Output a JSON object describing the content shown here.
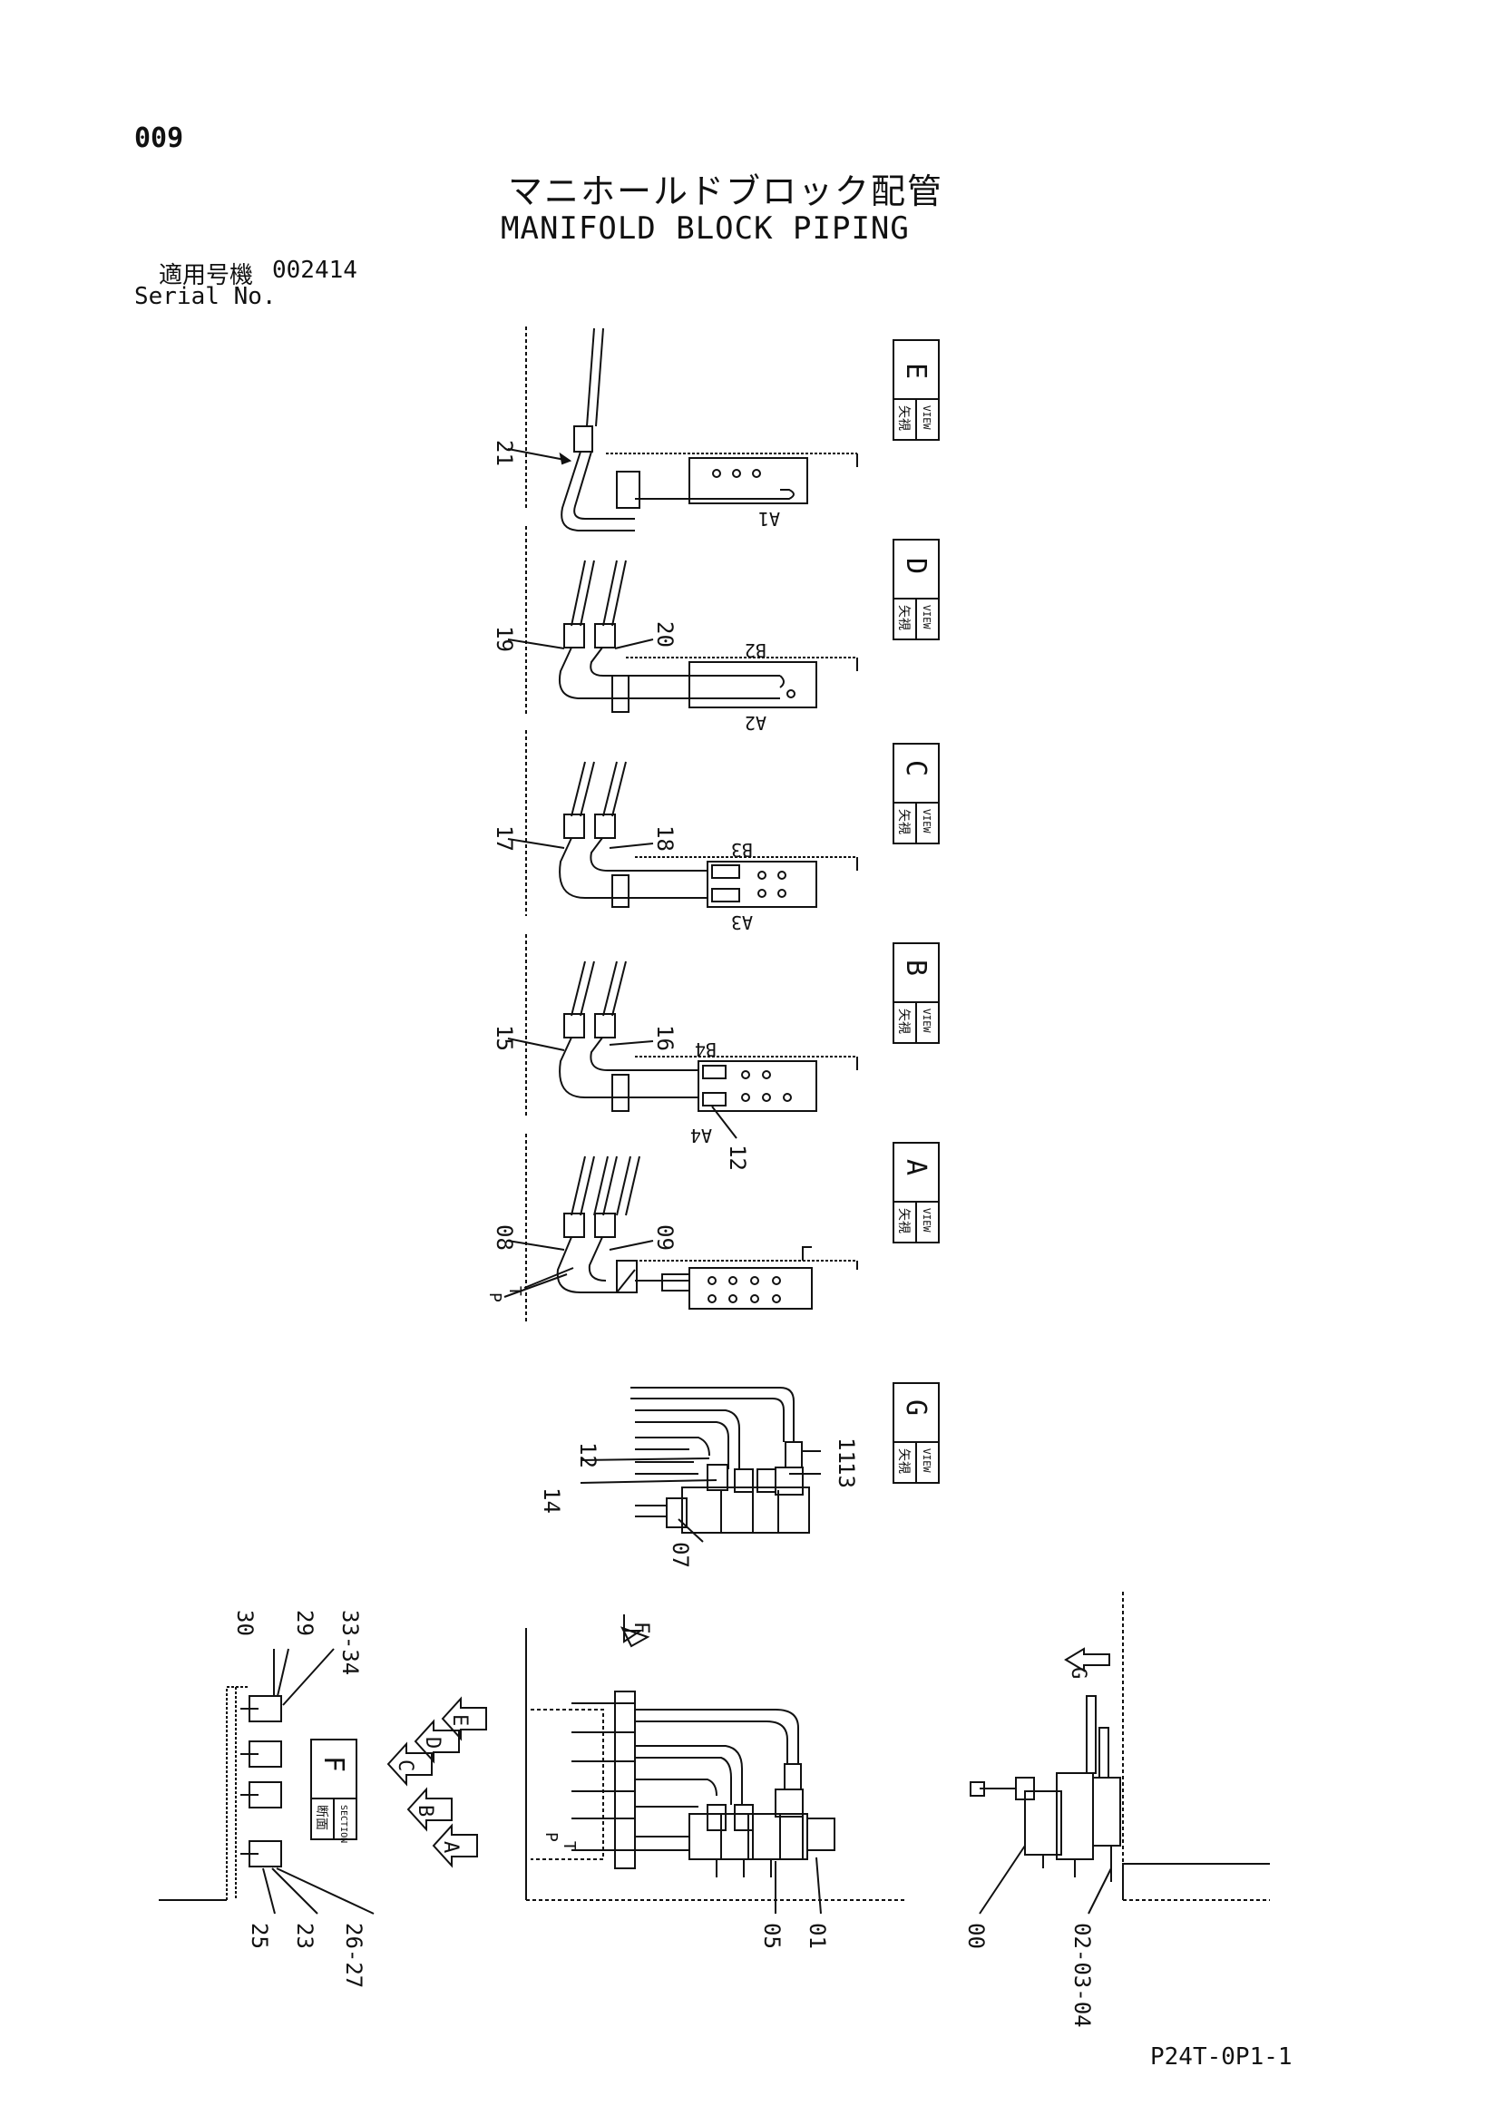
{
  "header": {
    "page_number": "009",
    "title_jp": "マニホールドブロック配管",
    "title_en": "MANIFOLD BLOCK PIPING",
    "serial_label_jp": "適用号機",
    "serial_label_en": "Serial No.",
    "serial_value": "002414"
  },
  "footer": {
    "drawing_code": "P24T-0P1-1"
  },
  "views": {
    "jp_label": "矢視",
    "en_label": "VIEW",
    "section_jp": "断面",
    "section_en": "SECTION",
    "E": {
      "letter": "E",
      "callouts": [
        "21"
      ],
      "ports": [
        "A1"
      ]
    },
    "D": {
      "letter": "D",
      "callouts": [
        "19",
        "20"
      ],
      "ports": [
        "B2",
        "A2"
      ]
    },
    "C": {
      "letter": "C",
      "callouts": [
        "17",
        "18"
      ],
      "ports": [
        "B3",
        "A3"
      ]
    },
    "B": {
      "letter": "B",
      "callouts": [
        "15",
        "16",
        "12"
      ],
      "ports": [
        "B4",
        "A4"
      ]
    },
    "A": {
      "letter": "A",
      "callouts": [
        "08",
        "09"
      ],
      "ports": [
        "P",
        "T"
      ]
    },
    "G": {
      "letter": "G",
      "callouts": [
        "11",
        "12",
        "13",
        "14",
        "07"
      ]
    },
    "F": {
      "letter": "F",
      "callouts": [
        "30",
        "29",
        "33-34",
        "25",
        "23",
        "26-27"
      ]
    }
  },
  "main_view": {
    "callouts": [
      "05",
      "01"
    ],
    "ports": [
      "P",
      "T"
    ],
    "arrow_labels": [
      "F",
      "C",
      "D",
      "E",
      "B",
      "A"
    ]
  },
  "side_view": {
    "callouts": [
      "00",
      "02-03-04"
    ],
    "arrow_label": "G"
  }
}
